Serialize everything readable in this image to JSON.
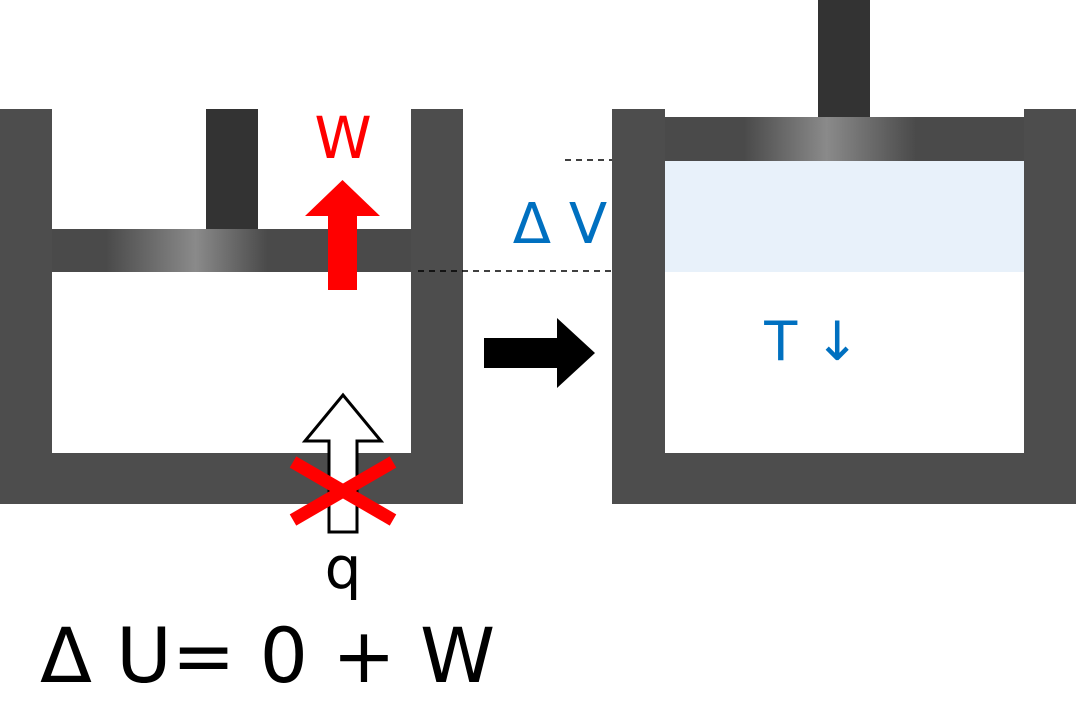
{
  "labels": {
    "work": "W",
    "delta_v": "Δ V",
    "temperature": "T ↓",
    "heat": "q",
    "equation": "Δ U= 0 + W"
  },
  "colors": {
    "wall": "#4d4d4d",
    "piston_rod": "#333333",
    "piston_center": "#888888",
    "work_red": "#ff0000",
    "label_blue": "#0070c0",
    "expansion_fill": "#e8f1fa",
    "black": "#000000"
  },
  "icons": {
    "work_arrow": "up-arrow-icon",
    "heat_arrow": "up-arrow-outline-icon",
    "blocked_mark": "cross-icon",
    "process_arrow": "right-arrow-icon"
  }
}
